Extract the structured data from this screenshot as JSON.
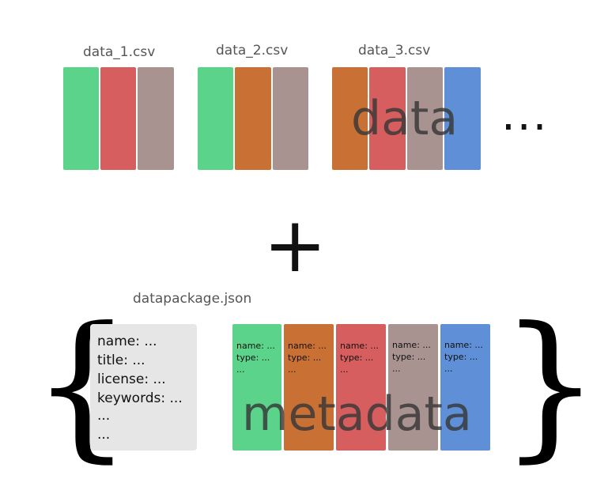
{
  "files": [
    {
      "label": "data_1.csv",
      "columns": [
        "#5cd38b",
        "#d65e5e",
        "#a89391"
      ]
    },
    {
      "label": "data_2.csv",
      "columns": [
        "#5cd38b",
        "#c97034",
        "#a89391"
      ]
    },
    {
      "label": "data_3.csv",
      "columns": [
        "#c97034",
        "#d65e5e",
        "#a89391",
        "#5f8fd6"
      ]
    }
  ],
  "data_word": "data",
  "ellipsis": "...",
  "plus": "+",
  "datapackage_label": "datapackage.json",
  "json_lines": [
    "name: ...",
    "title: ...",
    "license: ...",
    "keywords: ...",
    "...",
    "..."
  ],
  "meta_columns": [
    {
      "color": "#5cd38b",
      "lines": [
        "name: ...",
        "type: ...",
        "..."
      ]
    },
    {
      "color": "#c97034",
      "lines": [
        "name: ...",
        "type: ...",
        "..."
      ]
    },
    {
      "color": "#d65e5e",
      "lines": [
        "name: ...",
        "type: ...",
        "..."
      ]
    },
    {
      "color": "#a89391",
      "lines": [
        "name: ...",
        "type: ...",
        "..."
      ]
    },
    {
      "color": "#5f8fd6",
      "lines": [
        "name: ...",
        "type: ...",
        "..."
      ]
    }
  ],
  "metadata_word": "metadata",
  "brace_left": "{",
  "brace_right": "}"
}
